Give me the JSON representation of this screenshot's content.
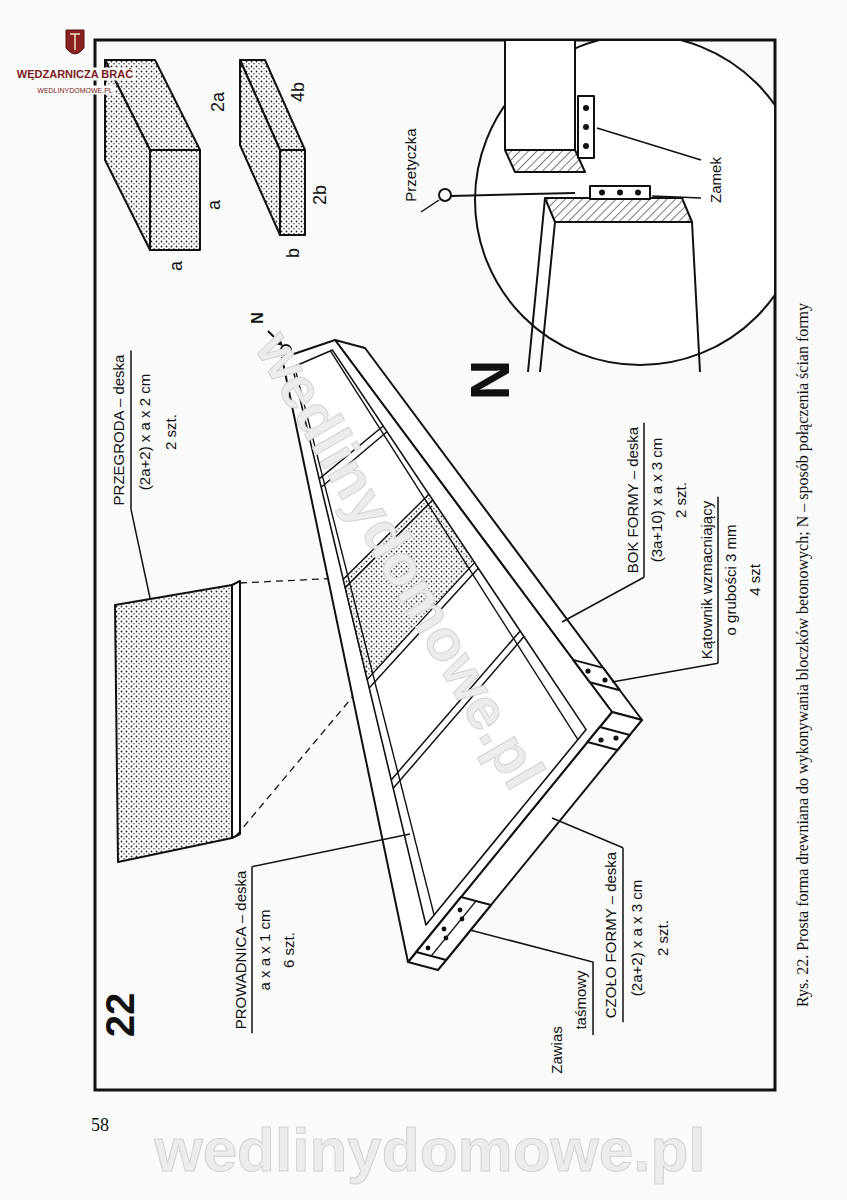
{
  "diagram": {
    "caption": "Rys. 22. Prosta forma drewniana do wykonywania bloczków betonowych; N – sposób połączenia ścian formy",
    "labels": [
      "WĘDZARNICZA BRAĆ",
      "WEDLINYDOMOWE.PL",
      "2a",
      "a",
      "a",
      "4b",
      "b",
      "2b",
      "PRZEGRODA – deska",
      "(2a+2) x a x 2 cm",
      "2 szt.",
      "Przetyczka",
      "Zamek",
      "N",
      "N",
      "BOK FORMY – deska",
      "(3a+10) x a x 3 cm",
      "2 szt.",
      "Kątownik wzmacniający",
      "o grubości 3 mm",
      "4 szt",
      "22",
      "PROWADNICA – deska",
      "a x a x 1 cm",
      "6 szt.",
      "Zawias",
      "taśmowy",
      "CZOŁO FORMY – deska",
      "(2a+2) x a x 3 cm",
      "2 szt.",
      "wedlinydomowe.pl",
      "58",
      "wedlinydomowe.pl"
    ]
  }
}
